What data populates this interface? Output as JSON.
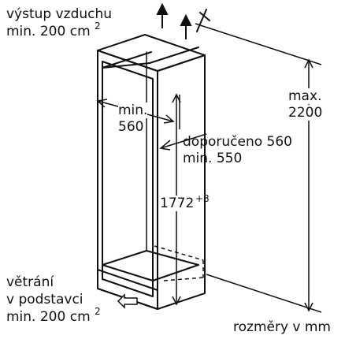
{
  "labels": {
    "air_outlet_line1": "výstup vzduchu",
    "air_outlet_line2": "min. 200 cm",
    "air_outlet_sup": "2",
    "min_depth_line1": "min.",
    "min_depth_line2": "560",
    "recommended_line1": "doporučeno 560",
    "recommended_line2": "min. 550",
    "height_value": "1772",
    "height_tolerance": "+8",
    "max_line1": "max.",
    "max_line2": "2200",
    "vent_line1": "větrání",
    "vent_line2": "v podstavci",
    "vent_line3": "min. 200 cm",
    "vent_sup": "2",
    "units_note": "rozměry v mm"
  },
  "colors": {
    "line": "#111111",
    "background": "#ffffff"
  }
}
